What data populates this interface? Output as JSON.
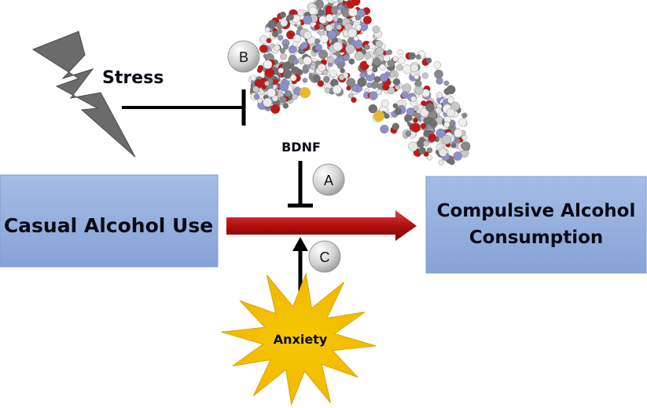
{
  "nodes": {
    "stress": "Stress",
    "bdnf": "BDNF",
    "casual": "Casual Alcohol Use",
    "compulsive_line1": "Compulsive Alcohol",
    "compulsive_line2": "Consumption",
    "anxiety": "Anxiety"
  },
  "markers": {
    "a": "A",
    "b": "B",
    "c": "C"
  },
  "colors": {
    "box": "#8eaadc",
    "arrow": "#b01010",
    "star": "#f5c400",
    "bolt": "#6b6b6b"
  }
}
